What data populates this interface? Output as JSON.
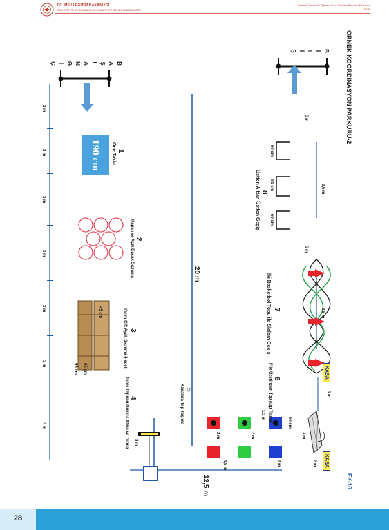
{
  "header": {
    "ministry": "T.C. MİLLÎ EĞİTİM BAKANLIĞI",
    "directorate": "ÖZEL EĞİTİM VE REHBERLİK HİZMETLERİ GENEL MÜDÜRLÜĞÜ",
    "guide_title": "Yetenek Sınavı İle Öğrenci Alan Okullara Başvuru Kılavuzu",
    "year": "2025"
  },
  "page_number": "28",
  "annex": "EK-16",
  "course_title": "ÖRNEK KOORDİNASYON PARKURU-2",
  "start_letters": [
    "B",
    "A",
    "Ş",
    "L",
    "A",
    "N",
    "G",
    "I",
    "Ç"
  ],
  "finish_letters": [
    "B",
    "İ",
    "T",
    "İ",
    "Ş"
  ],
  "stations": [
    {
      "number": "1",
      "name": "Öne Takla"
    },
    {
      "number": "2",
      "name": "Kapalı ve Açık Bacak Sıçrama"
    },
    {
      "number": "3",
      "name": "Yarım Çift Ayak Sıçrama 4 adet"
    },
    {
      "number": "4",
      "name": "Tenis Topunu Duvara Atma ve Tutma"
    },
    {
      "number": "5",
      "name": "Kasalara Top Taşıma"
    },
    {
      "number": "6",
      "name": "File Üzerinden Top Atıp Tutma"
    },
    {
      "number": "7",
      "name": "İki Basketbol Topu ile Slalom Geçiş"
    },
    {
      "number": "8",
      "name": "Üstten Alttan Üstten Geçiş"
    }
  ],
  "mat_size": "190 cm",
  "kasa": "KASA",
  "distances": {
    "total_length": "20 m",
    "width": "12,5 m",
    "bottom": [
      "2 m",
      "2 m",
      "3 m",
      "3 m",
      "3 m",
      "3 m",
      "4 m"
    ],
    "top_5m_a": "5 m",
    "top_5m_b": "5 m",
    "hurdle_span": "3,5 m",
    "slalom_span": "3,5 m",
    "kasa_3m": "3 m",
    "net_3m": "3 m",
    "net_2m": "2 m",
    "wall_3m": "3 m",
    "sq_2m_a": "2 m",
    "sq_2m_b": "2 m",
    "sq_4_5m": "4,5 m",
    "sq_1_2m": "1,2 m",
    "sq_2m_c": "2 m",
    "sq_50cm": "50 cm",
    "box_45cm": "45 cm",
    "box_65cm": "65 cm",
    "box_55cm": "55 cm"
  },
  "hurdles": [
    "50 cm",
    "80 cm",
    "50 cm"
  ],
  "colors": {
    "accent": "#2a9fd8",
    "mat": "#4aa3df",
    "ring": "#e24b5b",
    "cone": "#e8232b",
    "arrow": "#2fa84f",
    "header_red": "#c0392b"
  }
}
